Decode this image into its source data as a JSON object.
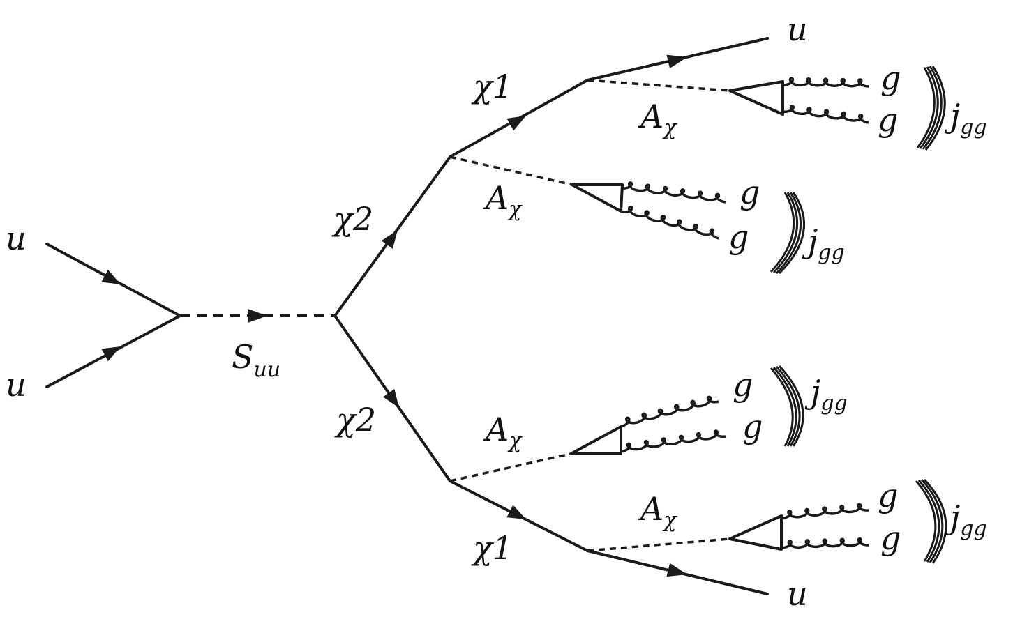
{
  "labels": {
    "in_top": "u",
    "in_bottom": "u",
    "mediator": "S",
    "mediator_sub": "uu",
    "chi2_top": "χ2",
    "chi2_bottom": "χ2",
    "chi1_top": "χ1",
    "chi1_bottom": "χ1",
    "out_top": "u",
    "out_bottom": "u",
    "a_chi": "A",
    "a_chi_sub": "χ",
    "gluon": "g",
    "jet": "j",
    "jet_sub": "gg"
  },
  "colors": {
    "ink": "#1a1a1a",
    "background": "#ffffff"
  }
}
